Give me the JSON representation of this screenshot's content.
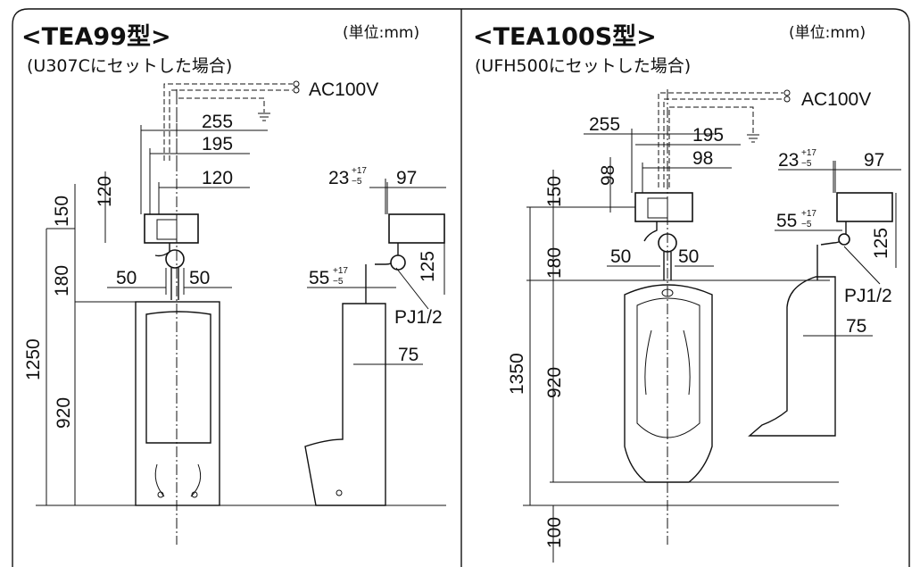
{
  "left": {
    "title": "<TEA99型>",
    "unit": "(単位:mm)",
    "subtitle": "(U307Cにセットした場合)",
    "power": "AC100V",
    "dims": {
      "d255": "255",
      "d195": "195",
      "d120h": "120",
      "d120v": "120",
      "d150": "150",
      "d180": "180",
      "d50a": "50",
      "d50b": "50",
      "d1250": "1250",
      "d920": "920",
      "d23": "23",
      "d23_tol_up": "+17",
      "d23_tol_dn": "−5",
      "d97": "97",
      "d55": "55",
      "d55_tol_up": "+17",
      "d55_tol_dn": "−5",
      "d125": "125",
      "pj": "PJ1/2",
      "d75": "75"
    }
  },
  "right": {
    "title": "<TEA100S型>",
    "unit": "(単位:mm)",
    "subtitle": "(UFH500にセットした場合)",
    "power": "AC100V",
    "dims": {
      "d255": "255",
      "d195": "195",
      "d98h": "98",
      "d98v": "98",
      "d150": "150",
      "d180": "180",
      "d50a": "50",
      "d50b": "50",
      "d1350": "1350",
      "d920": "920",
      "d100": "100",
      "d23": "23",
      "d23_tol_up": "+17",
      "d23_tol_dn": "−5",
      "d97": "97",
      "d55": "55",
      "d55_tol_up": "+17",
      "d55_tol_dn": "−5",
      "d125": "125",
      "pj": "PJ1/2",
      "d75": "75"
    }
  }
}
